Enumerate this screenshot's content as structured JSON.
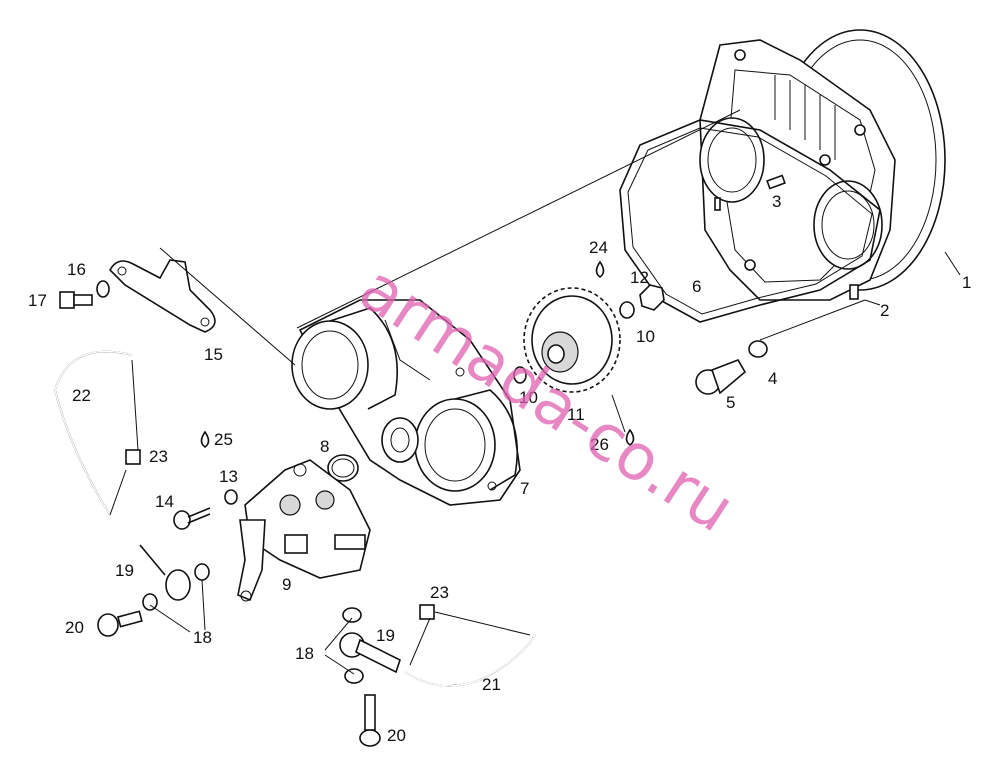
{
  "labels": {
    "l1": "1",
    "l2": "2",
    "l3": "3",
    "l4": "4",
    "l5": "5",
    "l6": "6",
    "l7": "7",
    "l8": "8",
    "l9": "9",
    "l10a": "10",
    "l10b": "10",
    "l11": "11",
    "l12": "12",
    "l13": "13",
    "l14": "14",
    "l15": "15",
    "l16": "16",
    "l17": "17",
    "l18a": "18",
    "l18b": "18",
    "l19a": "19",
    "l19b": "19",
    "l20a": "20",
    "l20b": "20",
    "l21": "21",
    "l22": "22",
    "l23a": "23",
    "l23b": "23",
    "l24": "24",
    "l25": "25",
    "l26": "26"
  },
  "watermark": "armada-co.ru"
}
